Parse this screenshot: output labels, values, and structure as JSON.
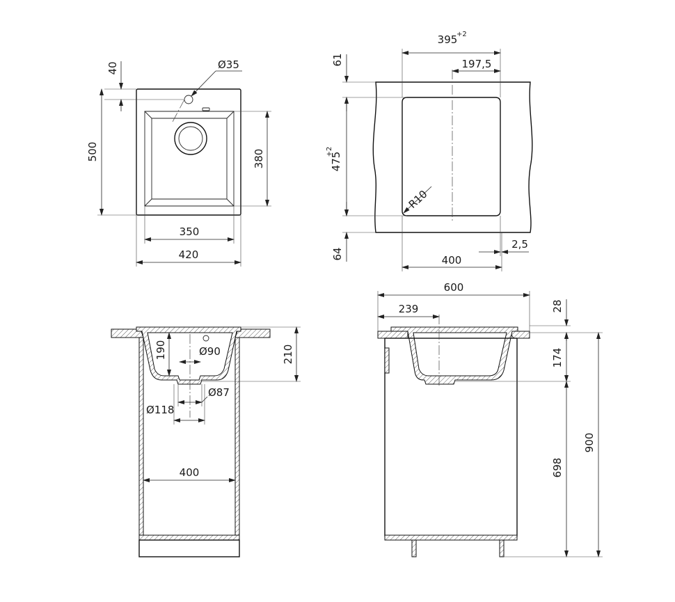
{
  "dimensions": {
    "top_view": {
      "tap_hole_offset": "40",
      "tap_hole_diameter": "Ø35",
      "overall_depth": "500",
      "bowl_depth": "380",
      "bowl_width": "350",
      "overall_width": "420"
    },
    "cutout_view": {
      "cutout_width": "395",
      "cutout_width_tol": "+2",
      "half_width": "197,5",
      "top_margin": "61",
      "cutout_depth": "475",
      "cutout_depth_tol": "+2",
      "corner_radius": "R10",
      "bottom_margin": "64",
      "cabinet_width": "400",
      "offset": "2,5"
    },
    "front_section": {
      "bowl_depth_inner": "190",
      "bowl_depth_total": "210",
      "drain_diameter": "Ø90",
      "outlet_diameter": "Ø87",
      "flange_diameter": "Ø118",
      "cabinet_inner_width": "400"
    },
    "side_section": {
      "overall_depth": "600",
      "drain_offset": "239",
      "rim_height": "28",
      "bowl_height": "174",
      "cabinet_height": "698",
      "total_height": "900"
    }
  }
}
